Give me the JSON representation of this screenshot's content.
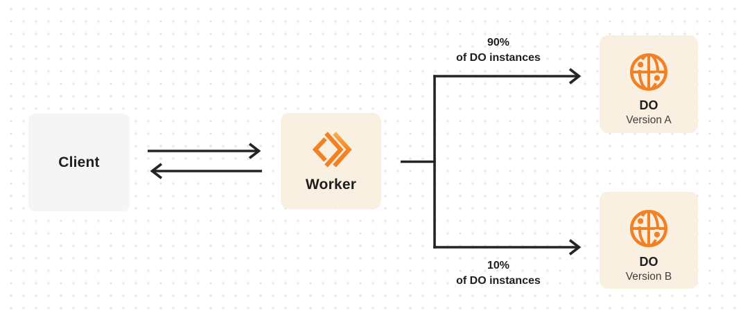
{
  "diagram": {
    "client": {
      "label": "Client"
    },
    "worker": {
      "label": "Worker"
    },
    "do_version_a": {
      "title": "DO",
      "subtitle": "Version A"
    },
    "do_version_b": {
      "title": "DO",
      "subtitle": "Version B"
    },
    "top_branch_label": {
      "percent": "90%",
      "caption": "of DO instances"
    },
    "bottom_branch_label": {
      "percent": "10%",
      "caption": "of DO instances"
    },
    "icons": {
      "worker_icon": "workers-logo-icon",
      "do_icon": "globe-icon"
    },
    "colors": {
      "accent_orange": "#F28126",
      "accent_orange_light": "#FBAB49",
      "node_bg_cream": "#FAF0E1",
      "client_bg": "#F5F5F6",
      "connector": "#242424",
      "text_primary": "#1E1E1E",
      "text_secondary": "#3D3D3D",
      "grid_dot": "#E6E6E6"
    }
  }
}
